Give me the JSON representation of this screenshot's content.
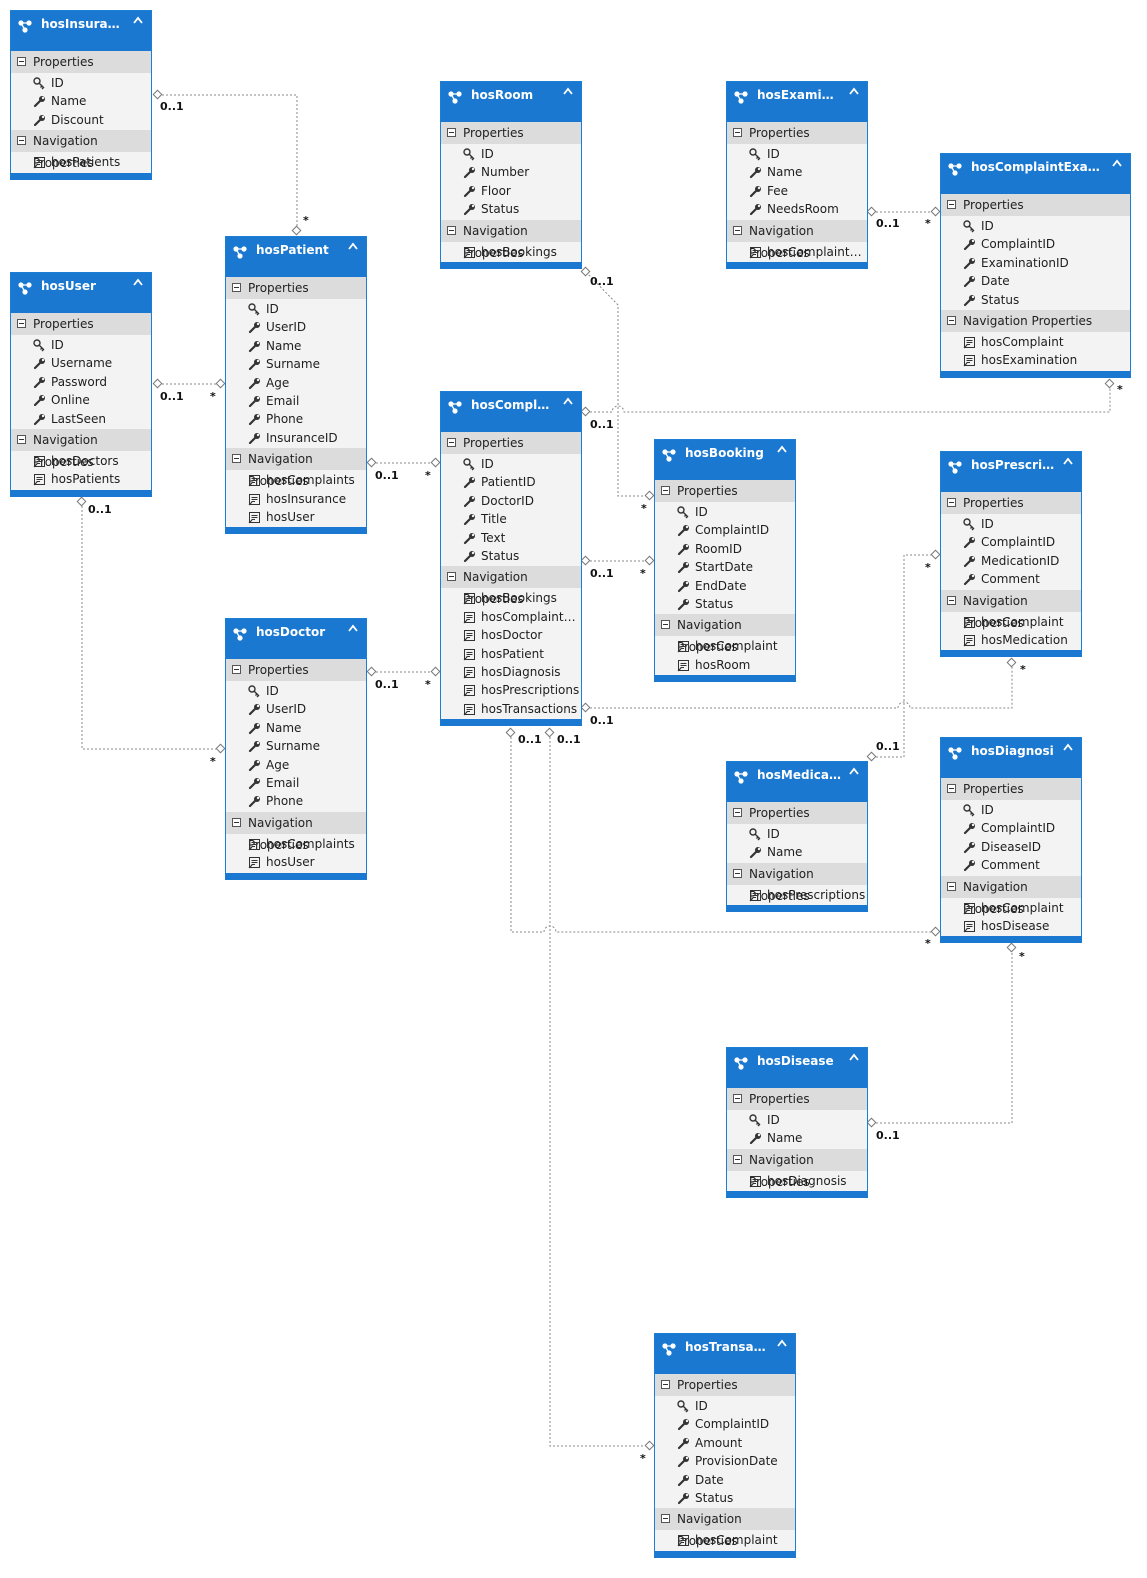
{
  "sections": {
    "properties": "Properties",
    "navigation": "Navigation Properties"
  },
  "entities": {
    "hosInsurance": {
      "title": "hosInsurance",
      "properties": [
        {
          "name": "ID",
          "key": true
        },
        {
          "name": "Name"
        },
        {
          "name": "Discount"
        }
      ],
      "navigation": [
        "hosPatients"
      ]
    },
    "hosUser": {
      "title": "hosUser",
      "properties": [
        {
          "name": "ID",
          "key": true
        },
        {
          "name": "Username"
        },
        {
          "name": "Password"
        },
        {
          "name": "Online"
        },
        {
          "name": "LastSeen"
        }
      ],
      "navigation": [
        "hosDoctors",
        "hosPatients"
      ]
    },
    "hosPatient": {
      "title": "hosPatient",
      "properties": [
        {
          "name": "ID",
          "key": true
        },
        {
          "name": "UserID"
        },
        {
          "name": "Name"
        },
        {
          "name": "Surname"
        },
        {
          "name": "Age"
        },
        {
          "name": "Email"
        },
        {
          "name": "Phone"
        },
        {
          "name": "InsuranceID"
        }
      ],
      "navigation": [
        "hosComplaints",
        "hosInsurance",
        "hosUser"
      ]
    },
    "hosDoctor": {
      "title": "hosDoctor",
      "properties": [
        {
          "name": "ID",
          "key": true
        },
        {
          "name": "UserID"
        },
        {
          "name": "Name"
        },
        {
          "name": "Surname"
        },
        {
          "name": "Age"
        },
        {
          "name": "Email"
        },
        {
          "name": "Phone"
        }
      ],
      "navigation": [
        "hosComplaints",
        "hosUser"
      ]
    },
    "hosRoom": {
      "title": "hosRoom",
      "properties": [
        {
          "name": "ID",
          "key": true
        },
        {
          "name": "Number"
        },
        {
          "name": "Floor"
        },
        {
          "name": "Status"
        }
      ],
      "navigation": [
        "hosBookings"
      ]
    },
    "hosComplaint": {
      "title": "hosComplaint",
      "properties": [
        {
          "name": "ID",
          "key": true
        },
        {
          "name": "PatientID"
        },
        {
          "name": "DoctorID"
        },
        {
          "name": "Title"
        },
        {
          "name": "Text"
        },
        {
          "name": "Status"
        }
      ],
      "navigation": [
        "hosBookings",
        "hosComplaintEx...",
        "hosDoctor",
        "hosPatient",
        "hosDiagnosis",
        "hosPrescriptions",
        "hosTransactions"
      ]
    },
    "hosExamination": {
      "title": "hosExamination",
      "properties": [
        {
          "name": "ID",
          "key": true
        },
        {
          "name": "Name"
        },
        {
          "name": "Fee"
        },
        {
          "name": "NeedsRoom"
        }
      ],
      "navigation": [
        "hosComplaintEx..."
      ]
    },
    "hosComplaintExamination": {
      "title": "hosComplaintExaminat...",
      "properties": [
        {
          "name": "ID",
          "key": true
        },
        {
          "name": "ComplaintID"
        },
        {
          "name": "ExaminationID"
        },
        {
          "name": "Date"
        },
        {
          "name": "Status"
        }
      ],
      "navigation": [
        "hosComplaint",
        "hosExamination"
      ]
    },
    "hosBooking": {
      "title": "hosBooking",
      "properties": [
        {
          "name": "ID",
          "key": true
        },
        {
          "name": "ComplaintID"
        },
        {
          "name": "RoomID"
        },
        {
          "name": "StartDate"
        },
        {
          "name": "EndDate"
        },
        {
          "name": "Status"
        }
      ],
      "navigation": [
        "hosComplaint",
        "hosRoom"
      ]
    },
    "hosPrescription": {
      "title": "hosPrescription",
      "properties": [
        {
          "name": "ID",
          "key": true
        },
        {
          "name": "ComplaintID"
        },
        {
          "name": "MedicationID"
        },
        {
          "name": "Comment"
        }
      ],
      "navigation": [
        "hosComplaint",
        "hosMedication"
      ]
    },
    "hosMedication": {
      "title": "hosMedication",
      "properties": [
        {
          "name": "ID",
          "key": true
        },
        {
          "name": "Name"
        }
      ],
      "navigation": [
        "hosPrescriptions"
      ]
    },
    "hosDiagnosi": {
      "title": "hosDiagnosi",
      "properties": [
        {
          "name": "ID",
          "key": true
        },
        {
          "name": "ComplaintID"
        },
        {
          "name": "DiseaseID"
        },
        {
          "name": "Comment"
        }
      ],
      "navigation": [
        "hosComplaint",
        "hosDisease"
      ]
    },
    "hosDisease": {
      "title": "hosDisease",
      "properties": [
        {
          "name": "ID",
          "key": true
        },
        {
          "name": "Name"
        }
      ],
      "navigation": [
        "hosDiagnosis"
      ]
    },
    "hosTransaction": {
      "title": "hosTransaction",
      "properties": [
        {
          "name": "ID",
          "key": true
        },
        {
          "name": "ComplaintID"
        },
        {
          "name": "Amount"
        },
        {
          "name": "ProvisionDate"
        },
        {
          "name": "Date"
        },
        {
          "name": "Status"
        }
      ],
      "navigation": [
        "hosComplaint"
      ]
    }
  },
  "multiplicities": {
    "insurance_patient_one": "0..1",
    "insurance_patient_many": "*",
    "user_patient_one": "0..1",
    "user_patient_many": "*",
    "user_doctor_one": "0..1",
    "user_doctor_many": "*",
    "patient_complaint_one": "0..1",
    "patient_complaint_many": "*",
    "doctor_complaint_one": "0..1",
    "doctor_complaint_many": "*",
    "room_booking_one": "0..1",
    "room_booking_many": "*",
    "complaint_booking_one": "0..1",
    "complaint_booking_many": "*",
    "complaint_compexam_one": "0..1",
    "complaint_compexam_many": "*",
    "exam_compexam_one": "0..1",
    "exam_compexam_many": "*",
    "complaint_prescription_one": "0..1",
    "complaint_prescription_many": "*",
    "medication_prescription_one": "0..1",
    "medication_prescription_many": "*",
    "complaint_diagnosi_one": "0..1",
    "complaint_diagnosi_many": "*",
    "disease_diagnosi_one": "0..1",
    "disease_diagnosi_many": "*",
    "complaint_transaction_one": "0..1",
    "complaint_transaction_many": "*"
  }
}
